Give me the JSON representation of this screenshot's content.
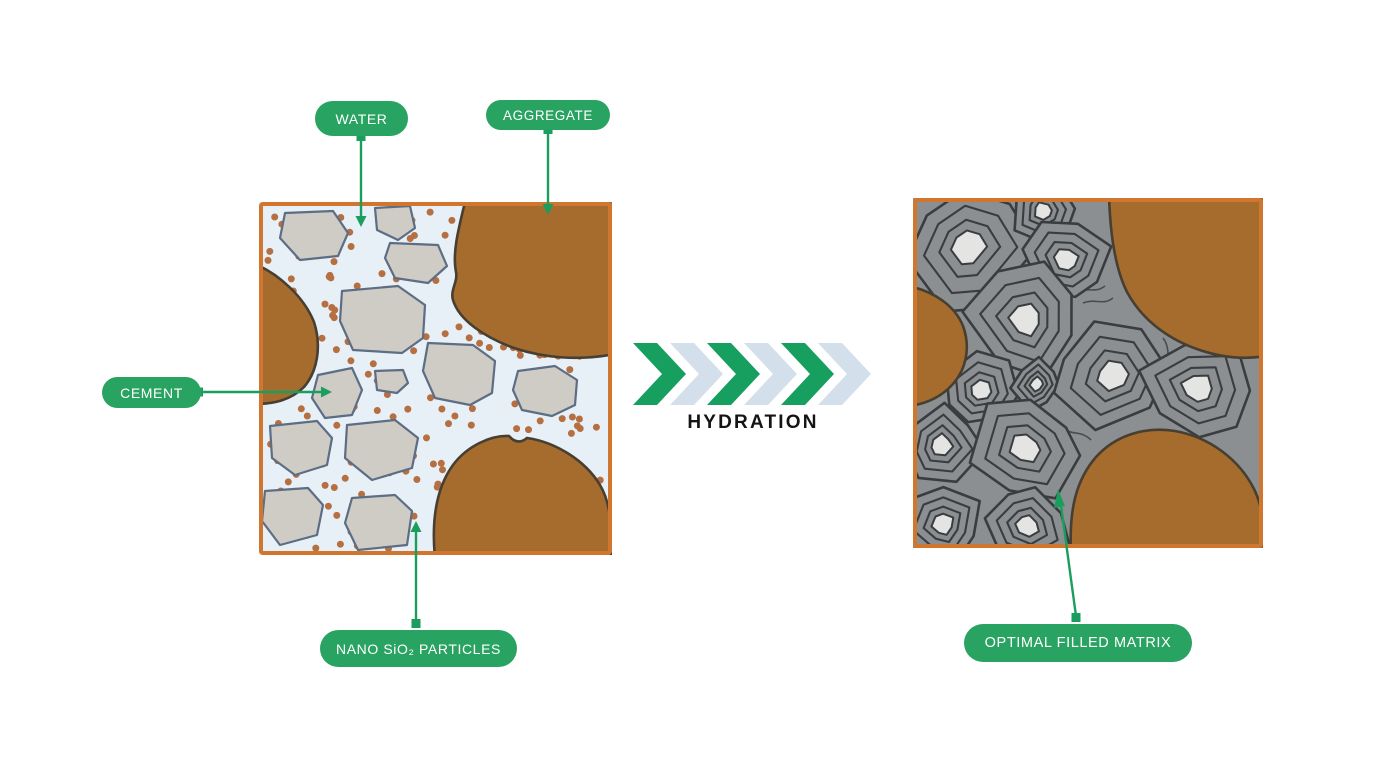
{
  "diagram_title": "HYDRATION",
  "labels": {
    "water": "WATER",
    "aggregate": "AGGREGATE",
    "cement": "CEMENT",
    "nano_particles": "NANO SiO₂ PARTICLES",
    "optimal_matrix": "OPTIMAL FILLED MATRIX"
  },
  "process_arrow": {
    "chevron_count": 6,
    "direction": "right"
  },
  "palette": {
    "label_green": "#29a361",
    "arrow_green": "#1b9e5d",
    "chevron_green": "#169f5f",
    "chevron_blue": "#d3dfeb",
    "panel_border_orange": "#d0762f",
    "water_bg": "#e7f0f7",
    "aggregate_brown": "#a66c2e",
    "aggregate_outline": "#463f32",
    "cement_fill": "#cfccc6",
    "cement_stroke": "#5c6d84",
    "nano_dot": "#b66f41",
    "matrix_bg": "#8c8f92",
    "ring_stroke": "#3a3d40",
    "core_fill": "#e4e4e2",
    "hydration_text": "#141414"
  }
}
